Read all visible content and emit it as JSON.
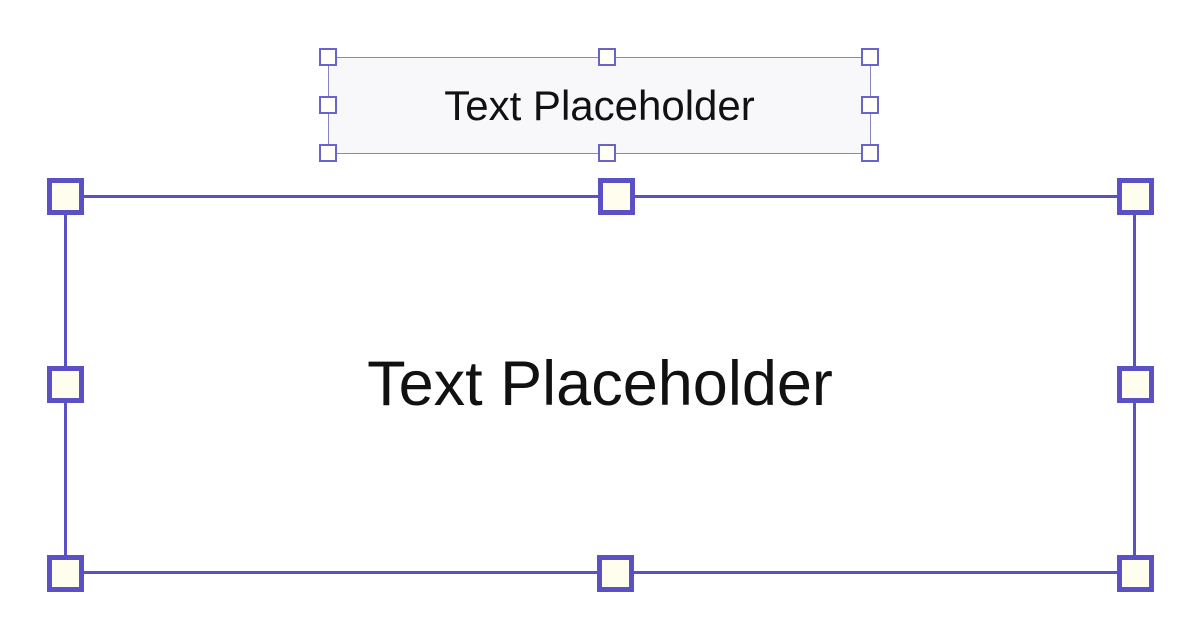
{
  "placeholders": [
    {
      "name": "small-text-placeholder",
      "text": "Text Placeholder",
      "selected": true,
      "handle_count": 8
    },
    {
      "name": "large-text-placeholder",
      "text": "Text Placeholder",
      "selected": true,
      "handle_count": 8
    }
  ],
  "colors": {
    "canvas_background": "#ffffff",
    "selection_border": "#5b51c4",
    "selection_border_light": "#8886c0",
    "handle_fill": "#fffdee",
    "small_placeholder_fill": "#f8f8fb",
    "text": "#111111"
  }
}
